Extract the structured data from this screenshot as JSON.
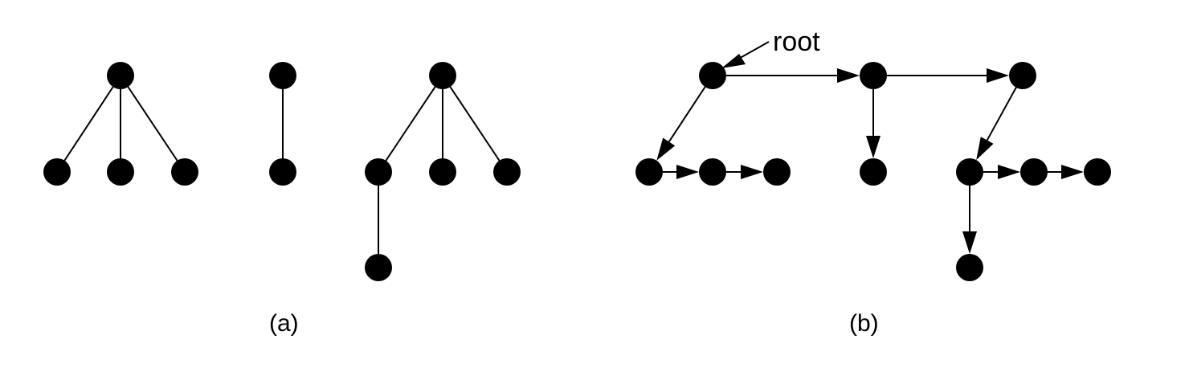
{
  "labels": {
    "root": "root",
    "caption_a": "(a)",
    "caption_b": "(b)"
  },
  "colors": {
    "ink": "#000000",
    "background": "#ffffff"
  },
  "panel_a": {
    "description_type": "forest of undirected trees",
    "trees": [
      {
        "nodes": [
          "a0",
          "a1",
          "a2",
          "a3"
        ],
        "edges": [
          [
            "a0",
            "a1"
          ],
          [
            "a0",
            "a2"
          ],
          [
            "a0",
            "a3"
          ]
        ]
      },
      {
        "nodes": [
          "b0",
          "b1"
        ],
        "edges": [
          [
            "b0",
            "b1"
          ]
        ]
      },
      {
        "nodes": [
          "c0",
          "c1",
          "c2",
          "c3",
          "c4"
        ],
        "edges": [
          [
            "c0",
            "c1"
          ],
          [
            "c0",
            "c2"
          ],
          [
            "c0",
            "c3"
          ],
          [
            "c1",
            "c4"
          ]
        ]
      }
    ]
  },
  "panel_b": {
    "description_type": "left-child right-sibling directed representation",
    "nodes": [
      "r0",
      "r1",
      "r2",
      "p0",
      "p1",
      "p2",
      "q0",
      "s0",
      "s1",
      "s2",
      "t0"
    ],
    "edges": [
      [
        "r0",
        "r1"
      ],
      [
        "r1",
        "r2"
      ],
      [
        "r0",
        "p0"
      ],
      [
        "p0",
        "p1"
      ],
      [
        "p1",
        "p2"
      ],
      [
        "r1",
        "q0"
      ],
      [
        "r2",
        "s0"
      ],
      [
        "s0",
        "s1"
      ],
      [
        "s1",
        "s2"
      ],
      [
        "s0",
        "t0"
      ]
    ]
  }
}
